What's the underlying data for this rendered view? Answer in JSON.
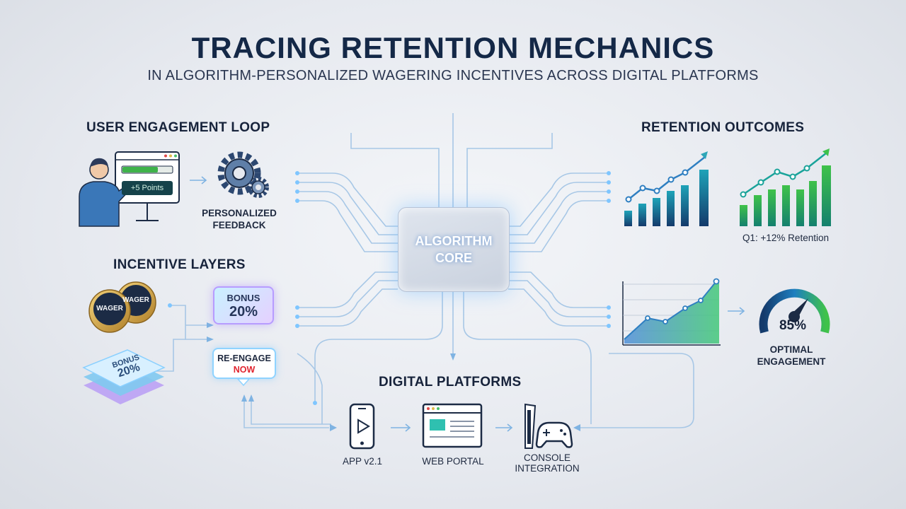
{
  "header": {
    "title": "TRACING RETENTION MECHANICS",
    "subtitle": "IN ALGORITHM-PERSONALIZED WAGERING INCENTIVES ACROSS DIGITAL PLATFORMS"
  },
  "engagement_loop": {
    "heading": "USER ENGAGEMENT LOOP",
    "screen_badge": "+5 Points",
    "feedback_label_line1": "PERSONALIZED",
    "feedback_label_line2": "FEEDBACK"
  },
  "incentives": {
    "heading": "INCENTIVE LAYERS",
    "coin_label": "WAGER",
    "card_label_line1": "BONUS",
    "card_label_line2": "20%",
    "bonus_line1": "BONUS",
    "bonus_line2": "20%",
    "reengage_line1": "RE-ENGAGE",
    "reengage_line2": "NOW"
  },
  "core": {
    "line1": "ALGORITHM",
    "line2": "CORE"
  },
  "outcomes": {
    "heading": "RETENTION OUTCOMES",
    "retention_caption": "Q1: +12% Retention",
    "gauge_value": "85%",
    "gauge_label_line1": "OPTIMAL",
    "gauge_label_line2": "ENGAGEMENT"
  },
  "platforms": {
    "heading": "DIGITAL PLATFORMS",
    "app_label": "APP v2.1",
    "web_label": "WEB PORTAL",
    "console_label_line1": "CONSOLE",
    "console_label_line2": "INTEGRATION"
  },
  "colors": {
    "navy": "#142847",
    "accent_blue": "#2f7fc1",
    "accent_teal": "#1aa39a",
    "accent_green": "#3fb24a",
    "alert_red": "#e0242f"
  }
}
